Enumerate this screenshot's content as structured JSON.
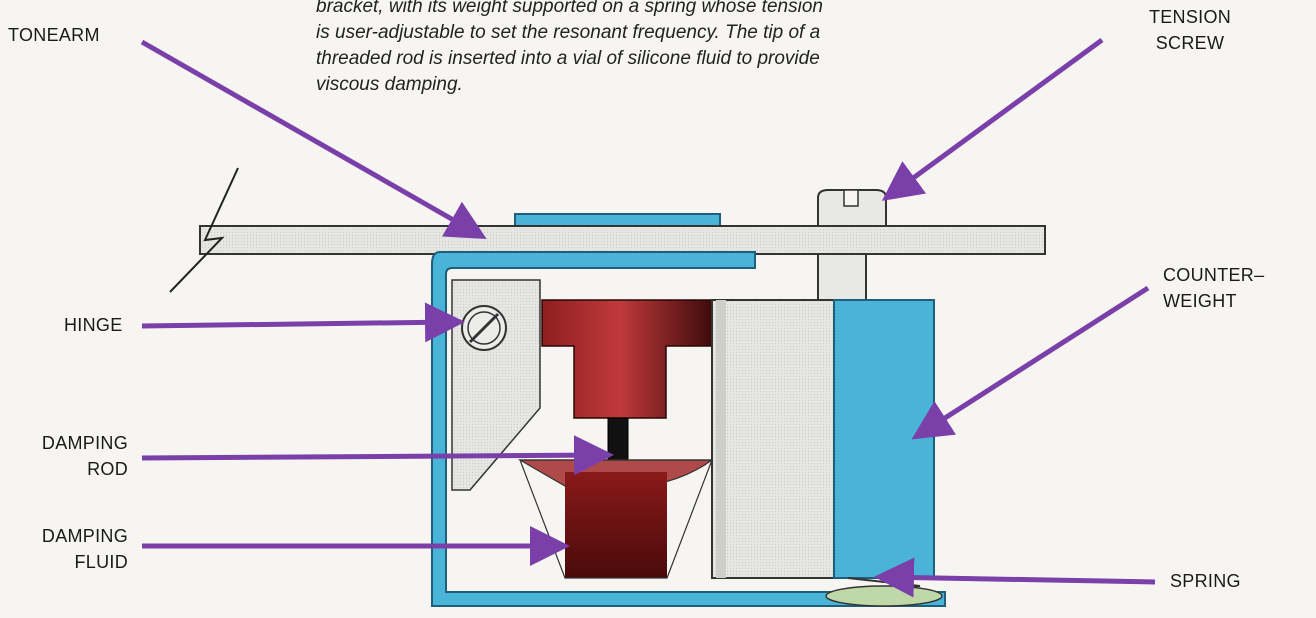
{
  "caption_lines": [
    "bracket, with its weight supported on a spring whose tension",
    "is user-adjustable to set the resonant frequency. The tip of a",
    "threaded rod is inserted into a vial of silicone fluid to provide",
    "viscous damping."
  ],
  "labels": {
    "tonearm": "TONEARM",
    "tension_screw": [
      "TENSION",
      "SCREW"
    ],
    "counterweight": [
      "COUNTER–",
      "WEIGHT"
    ],
    "hinge": "HINGE",
    "damping_rod": [
      "DAMPING",
      "ROD"
    ],
    "damping_fluid": [
      "DAMPING",
      "FLUID"
    ],
    "spring": "SPRING"
  },
  "colors": {
    "arrow": "#7a3fa8",
    "blue_part": "#4ab3d8",
    "bracket_outline": "#2c7fa3",
    "light_part": "#e4e4e0",
    "red_part": "#a52a2a",
    "dark_red": "#5a1010"
  }
}
